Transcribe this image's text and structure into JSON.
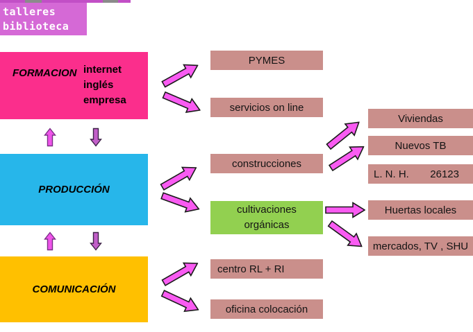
{
  "title_box": {
    "lines": [
      "talleres",
      "biblioteca"
    ],
    "bg_color": "#D569D6",
    "text_color": "#FFFFFF"
  },
  "columns": {
    "left": [
      {
        "label": "FORMACION",
        "items": [
          "internet",
          "inglés",
          "empresa"
        ],
        "color": "#FB2E8C"
      },
      {
        "label": "PRODUCCIÓN",
        "color": "#27B6EA"
      },
      {
        "label": "COMUNICACIÓN",
        "color": "#FFC000"
      }
    ],
    "middle": [
      {
        "label": "PYMES"
      },
      {
        "label": "servicios on line"
      },
      {
        "label": "construcciones"
      },
      {
        "lines": [
          "cultivaciones",
          "orgánicas"
        ],
        "color": "#92D050"
      },
      {
        "label": "centro RL + RI"
      },
      {
        "label": "oficina colocación"
      }
    ],
    "right": [
      {
        "label": "Viviendas"
      },
      {
        "label": "Nuevos TB"
      },
      {
        "label": "L. N. H.",
        "value": "26123"
      },
      {
        "label": "Huertas locales"
      },
      {
        "label": "mercados, TV , SHU"
      }
    ]
  },
  "colors": {
    "rose_box": "#CA8F8B",
    "green_box": "#92D050",
    "diagonal_arrow_fill": "#F95BF2",
    "diagonal_arrow_stroke": "#1A1A1A",
    "up_arrow_fill": "#EF55EA",
    "up_arrow_stroke": "#7A2F86",
    "down_arrow_fill": "#C25FC9",
    "down_arrow_stroke": "#3C2046"
  }
}
